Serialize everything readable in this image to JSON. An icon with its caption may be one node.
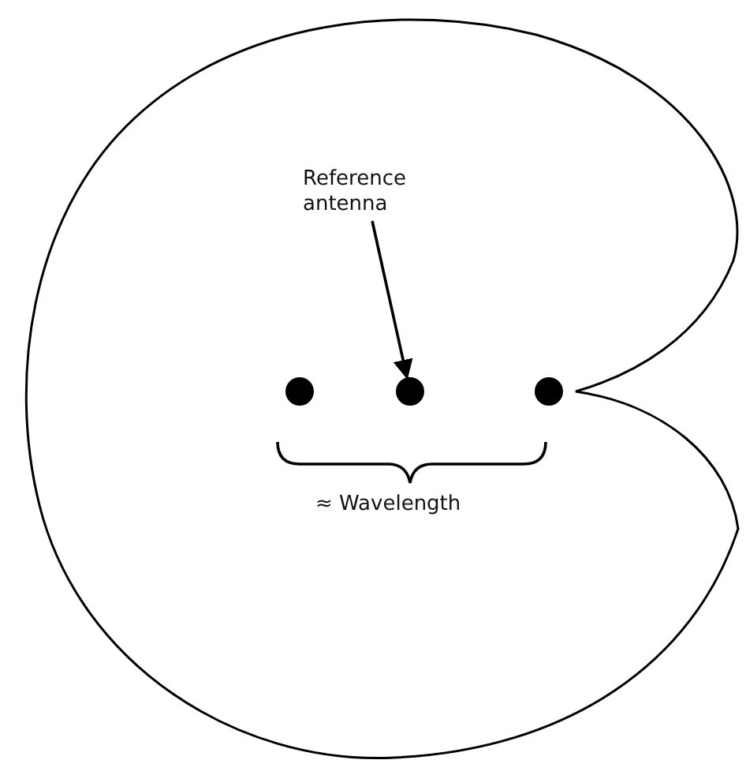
{
  "diagram": {
    "nodes": [
      {
        "text": [
          "Reference antenna"
        ]
      },
      {
        "text": [],
        "shape": "circle"
      },
      {
        "text": [],
        "shape": "circle"
      },
      {
        "text": [],
        "shape": "circle"
      }
    ],
    "edges": [
      {
        "from": 0,
        "to": 2,
        "arrow": "to"
      }
    ],
    "labels": [
      "≈ Wavelength"
    ]
  }
}
